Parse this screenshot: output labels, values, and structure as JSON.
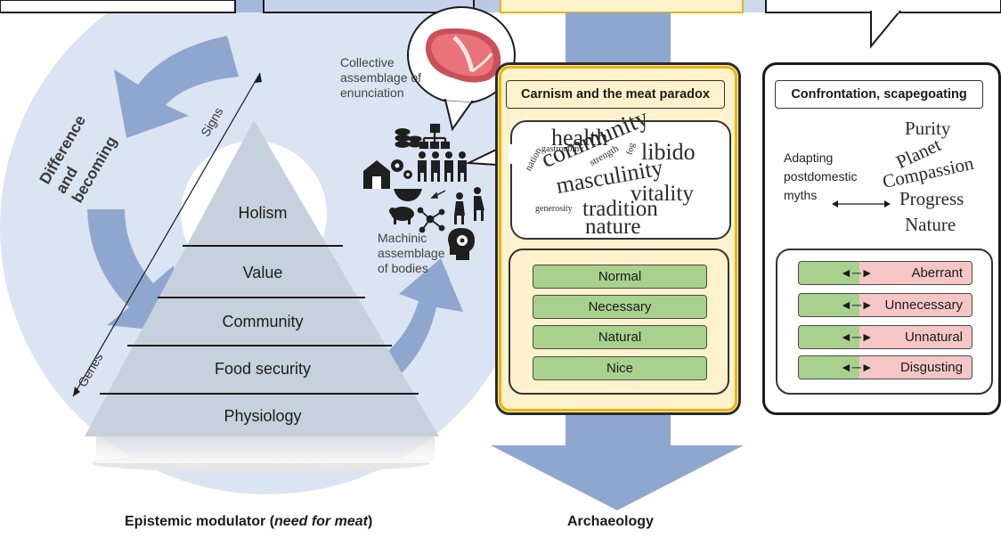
{
  "pyramid": {
    "tiers": [
      "Holism",
      "Value",
      "Community",
      "Food security",
      "Physiology"
    ],
    "axis_top": "Signs",
    "axis_bottom": "Genes"
  },
  "cycle_label": "Difference and becoming",
  "assemblages": {
    "collective": "Collective assemblage of enunciation",
    "machinic": "Machinic assemblage of bodies"
  },
  "carnism": {
    "title": "Carnism and the meat paradox",
    "words": [
      "health",
      "community",
      "libido",
      "masculinity",
      "vitality",
      "tradition",
      "nature",
      "gastronomy",
      "nation",
      "strength",
      "fog",
      "generosity"
    ],
    "norms": [
      "Normal",
      "Necessary",
      "Natural",
      "Nice"
    ]
  },
  "confrontation": {
    "title": "Confrontation, scapegoating",
    "adapting": "Adapting postdomestic myths",
    "myths": [
      "Purity",
      "Planet",
      "Compassion",
      "Progress",
      "Nature"
    ],
    "counter_norms": [
      "Aberrant",
      "Unnecessary",
      "Unnatural",
      "Disgusting"
    ]
  },
  "footer": {
    "left_prefix": "Epistemic modulator (",
    "left_italic": "need for meat",
    "left_suffix": ")",
    "right": "Archaeology"
  },
  "icons": [
    "coins-icon",
    "hierarchy-icon",
    "barn-icon",
    "gears-icon",
    "people-icon",
    "bowl-icon",
    "pig-icon",
    "network-icon",
    "dancers-icon",
    "head-gear-icon",
    "steak-icon"
  ],
  "colors": {
    "circle": "#dbe4f2",
    "arrow_blue": "#8fa7cf",
    "pyramid": "#c7d0dd",
    "carnism_bg": "#fff2cc",
    "carnism_border": "#e8b400",
    "green": "#a9d18e",
    "pink": "#f6c6c6"
  }
}
